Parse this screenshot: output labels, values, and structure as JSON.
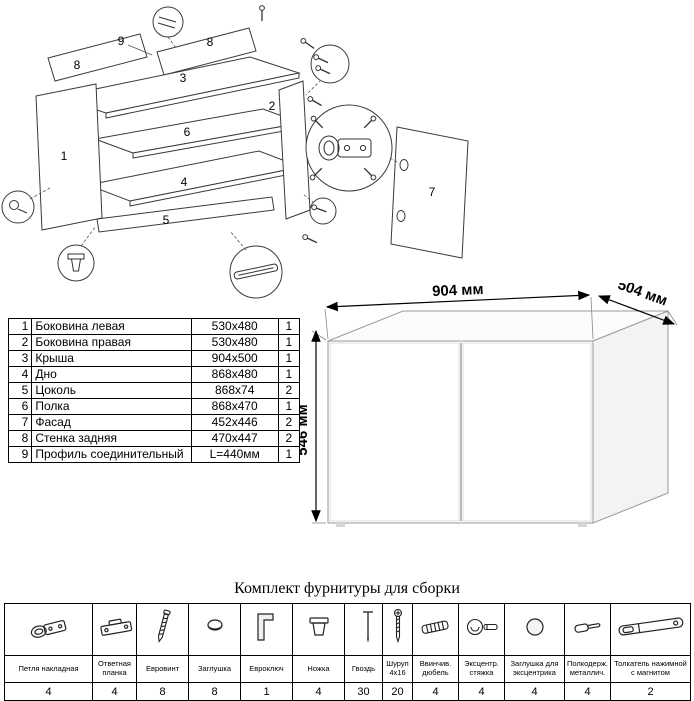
{
  "diagram": {
    "part_labels": {
      "n1": "1",
      "n2": "2",
      "n3": "3",
      "n4": "4",
      "n5": "5",
      "n6": "6",
      "n7": "7",
      "n8a": "8",
      "n8b": "8",
      "n9": "9"
    }
  },
  "parts_table": {
    "rows": [
      {
        "num": "1",
        "name": "Боковина левая",
        "size": "530x480",
        "qty": "1"
      },
      {
        "num": "2",
        "name": "Боковина правая",
        "size": "530x480",
        "qty": "1"
      },
      {
        "num": "3",
        "name": "Крыша",
        "size": "904x500",
        "qty": "1"
      },
      {
        "num": "4",
        "name": "Дно",
        "size": "868x480",
        "qty": "1"
      },
      {
        "num": "5",
        "name": "Цоколь",
        "size": "868x74",
        "qty": "2"
      },
      {
        "num": "6",
        "name": "Полка",
        "size": "868x470",
        "qty": "1"
      },
      {
        "num": "7",
        "name": "Фасад",
        "size": "452x446",
        "qty": "2"
      },
      {
        "num": "8",
        "name": "Стенка задняя",
        "size": "470x447",
        "qty": "2"
      },
      {
        "num": "9",
        "name": "Профиль соединительный",
        "size": "L=440мм",
        "qty": "1"
      }
    ]
  },
  "dimensions": {
    "width": "904 мм",
    "depth": "504 мм",
    "height": "546 мм"
  },
  "hardware": {
    "title": "Комплект фурнитуры для сборки",
    "items": [
      {
        "name": "Петля накладная",
        "qty": "4",
        "icon": "hinge-icon"
      },
      {
        "name": "Ответная планка",
        "qty": "4",
        "icon": "strike-plate-icon"
      },
      {
        "name": "Евровинт",
        "qty": "8",
        "icon": "euro-screw-icon"
      },
      {
        "name": "Заглушка",
        "qty": "8",
        "icon": "cap-icon"
      },
      {
        "name": "Евроключ",
        "qty": "1",
        "icon": "hex-key-icon"
      },
      {
        "name": "Ножка",
        "qty": "4",
        "icon": "leg-icon"
      },
      {
        "name": "Гвоздь",
        "qty": "30",
        "icon": "nail-icon"
      },
      {
        "name": "Шуруп 4x16",
        "qty": "20",
        "icon": "screw-icon"
      },
      {
        "name": "Ввинчив. дюбель",
        "qty": "4",
        "icon": "dowel-icon"
      },
      {
        "name": "Эксцентр. стяжка",
        "qty": "4",
        "icon": "cam-lock-icon"
      },
      {
        "name": "Заглушка для эксцентрика",
        "qty": "4",
        "icon": "cam-cap-icon"
      },
      {
        "name": "Полкодерж. металлич.",
        "qty": "4",
        "icon": "shelf-pin-icon"
      },
      {
        "name": "Толкатель нажимной с магнитом",
        "qty": "2",
        "icon": "push-opener-icon"
      }
    ]
  }
}
